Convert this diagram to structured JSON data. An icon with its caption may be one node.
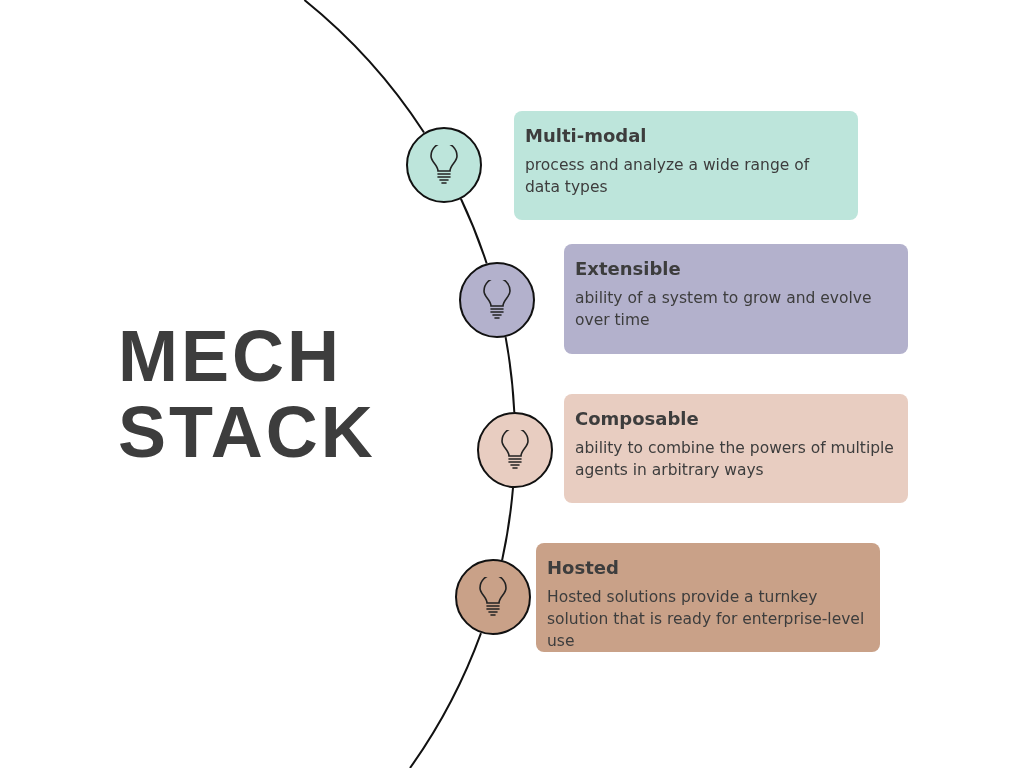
{
  "diagram": {
    "title": "MECH STACK",
    "nodes": [
      {
        "text": [],
        "shape": "circle"
      },
      {
        "text": [
          "Multi-modal",
          "process and analyze a wide range of data types"
        ]
      },
      {
        "text": [],
        "shape": "circle"
      },
      {
        "text": [
          "Extensible",
          "ability of a system to grow and evolve over time"
        ]
      },
      {
        "text": [],
        "shape": "circle"
      },
      {
        "text": [
          "Composable",
          "ability to combine the powers of multiple agents in arbitrary ways"
        ]
      },
      {
        "text": [],
        "shape": "circle"
      },
      {
        "text": [
          "Hosted",
          "Hosted solutions provide a turnkey solution that is ready for enterprise-level use"
        ]
      }
    ],
    "edges": [
      {
        "from": null,
        "to": 0,
        "arrow": "none"
      },
      {
        "from": 0,
        "to": 2,
        "arrow": "none"
      },
      {
        "from": 2,
        "to": 4,
        "arrow": "none"
      },
      {
        "from": 4,
        "to": 6,
        "arrow": "none"
      },
      {
        "from": 6,
        "to": null,
        "arrow": "none"
      }
    ]
  }
}
